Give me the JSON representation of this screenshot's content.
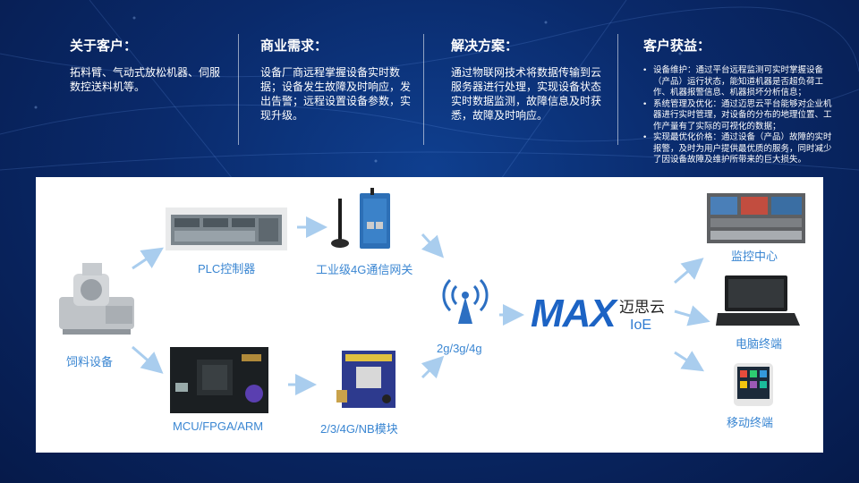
{
  "columns": [
    {
      "title": "关于客户：",
      "text": "拓料臂、气动式放松机器、伺服数控送料机等。"
    },
    {
      "title": "商业需求：",
      "text": "设备厂商远程掌握设备实时数据；设备发生故障及时响应，发出告警；远程设置设备参数，实现升级。"
    },
    {
      "title": "解决方案：",
      "text": "通过物联网技术将数据传输到云服务器进行处理，实现设备状态实时数据监测，故障信息及时获悉，故障及时响应。"
    },
    {
      "title": "客户获益：",
      "benefits": [
        "设备维护：通过平台远程监测可实时掌握设备（产品）运行状态，能知道机器是否超负荷工作、机器报警信息、机器损坏分析信息；",
        "系统管理及优化：通过迈思云平台能够对企业机器进行实时管理，对设备的分布的地理位置、工作产量有了实际的可视化的数据；",
        "实现最优化价格：通过设备（产品）故障的实时报警，及时为用户提供最优质的服务，同时减少了因设备故障及维护所带来的巨大损失。"
      ]
    }
  ],
  "diagram": {
    "feed_equipment": "饲料设备",
    "plc": "PLC控制器",
    "gateway": "工业级4G通信网关",
    "mcu": "MCU/FPGA/ARM",
    "module": "2/3/4G/NB模块",
    "network": "2g/3g/4g",
    "max_logo": "MAX",
    "max_cn": "迈思云",
    "max_ioe": "IoE",
    "monitor_center": "监控中心",
    "pc_terminal": "电脑终端",
    "mobile_terminal": "移动终端"
  },
  "colors": {
    "accent": "#3a86d2",
    "brand": "#1c63c4",
    "bg": "#0a2a6b"
  }
}
